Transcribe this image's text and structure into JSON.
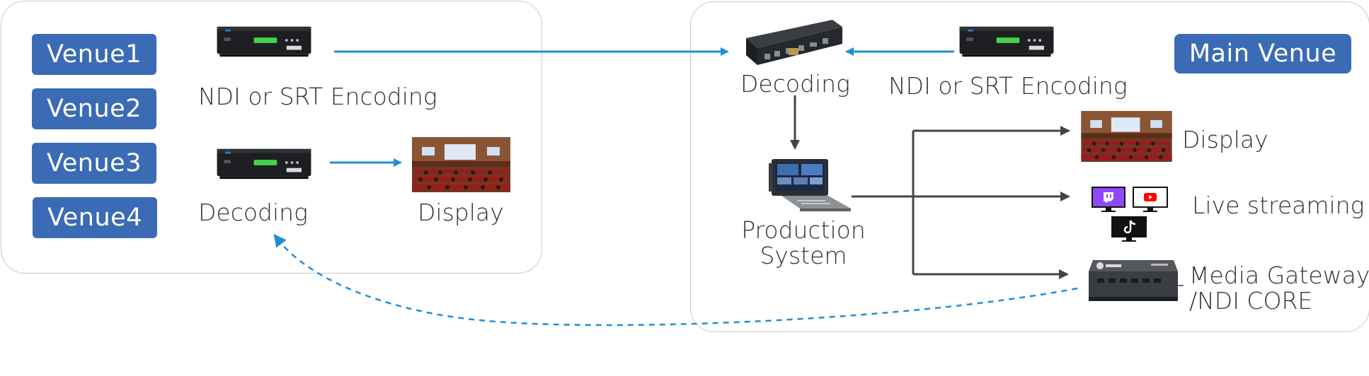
{
  "left_venue": {
    "venues": [
      "Venue1",
      "Venue2",
      "Venue3",
      "Venue4"
    ],
    "encoder_label": "NDI or SRT Encoding",
    "decoder_label": "Decoding",
    "display_label": "Display"
  },
  "main_venue": {
    "title": "Main Venue",
    "decoder_label": "Decoding",
    "encoder_label": "NDI or SRT Encoding",
    "production_label_line1": "Production",
    "production_label_line2": "System",
    "outputs": {
      "display": "Display",
      "live_streaming": "Live streaming",
      "gateway_line1": "Media Gateway",
      "gateway_line2": "/NDI CORE"
    }
  },
  "colors": {
    "venue_button": "#3b6bb5",
    "blue_arrow": "#1e8fd6",
    "gray_arrow": "#444444",
    "panel_border": "#c9c9c9",
    "twitch": "#9146ff",
    "youtube": "#ff0000",
    "tiktok": "#111111"
  },
  "icons": [
    "encoder-device-icon",
    "decoder-rack-icon",
    "production-system-icon",
    "media-gateway-icon",
    "conference-room-display-icon",
    "twitch-icon",
    "youtube-icon",
    "tiktok-icon"
  ]
}
